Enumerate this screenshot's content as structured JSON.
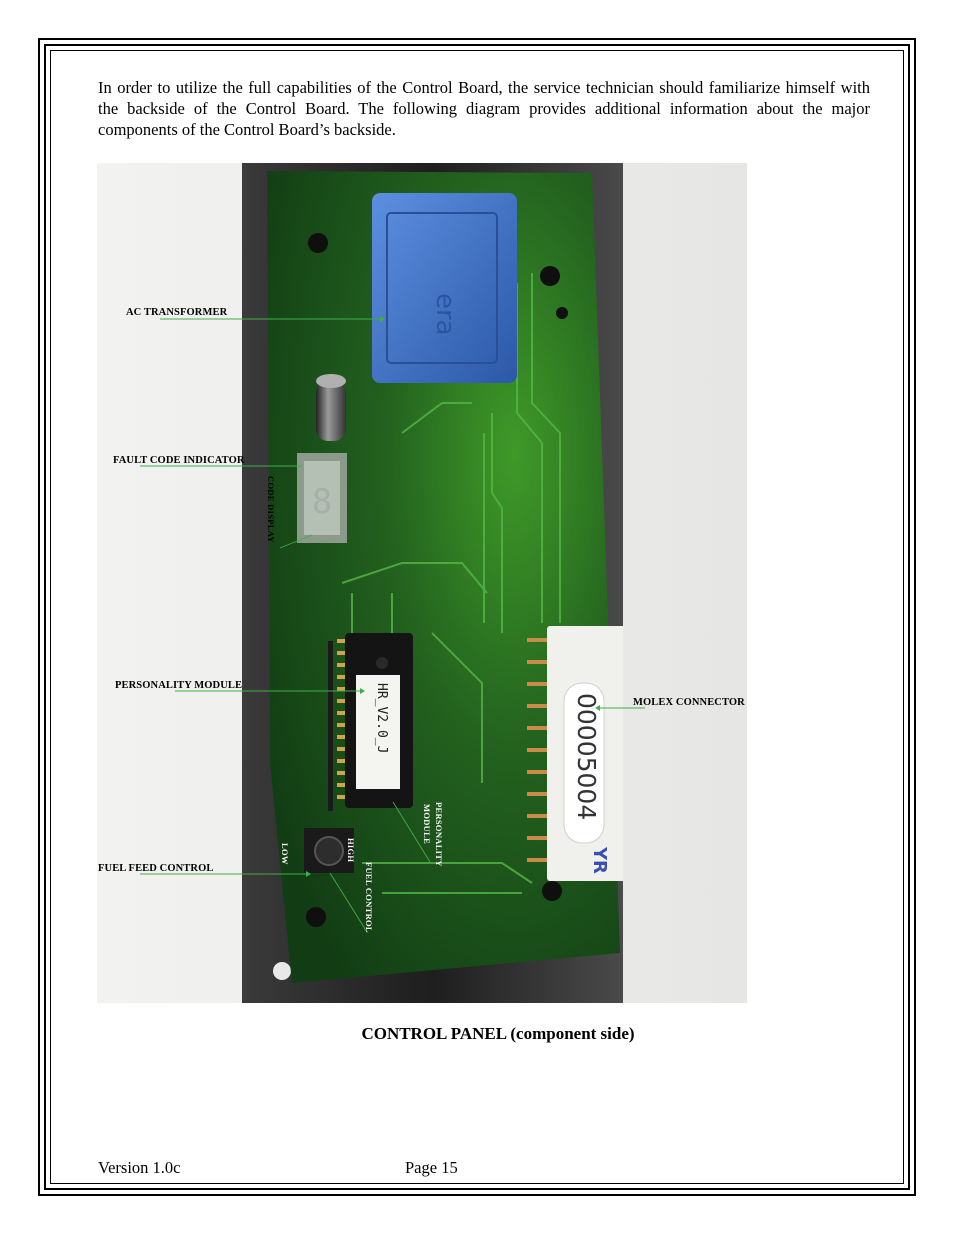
{
  "intro_text": "In order to utilize the full capabilities of the Control Board, the service technician should familiarize himself with the backside of the Control Board.  The following diagram provides additional information about the major components of the Control Board’s backside.",
  "callouts": {
    "ac_transformer": "AC TRANSFORMER",
    "fault_code_indicator": "FAULT CODE INDICATOR",
    "personality_module": "PERSONALITY MODULE",
    "fuel_feed_control": "FUEL FEED CONTROL",
    "molex_connector": "MOLEX CONNECTOR"
  },
  "board_labels": {
    "code_display": "CODE DISPLAY",
    "low": "LOW",
    "high": "HIGH",
    "fuel_control": "FUEL CONTROL",
    "personality_module_line1": "PERSONALITY",
    "personality_module_line2": "MODULE",
    "chip_text": "HR_V2.0_J",
    "connector_number": "00005004",
    "connector_tag": "YR"
  },
  "caption": "CONTROL PANEL (component side)",
  "footer": {
    "version": "Version 1.0c",
    "page": "Page 15"
  },
  "colors": {
    "leader_line": "#3fae49",
    "pcb_green": "#1f5a1c",
    "transformer_blue": "#3f6fc8"
  }
}
